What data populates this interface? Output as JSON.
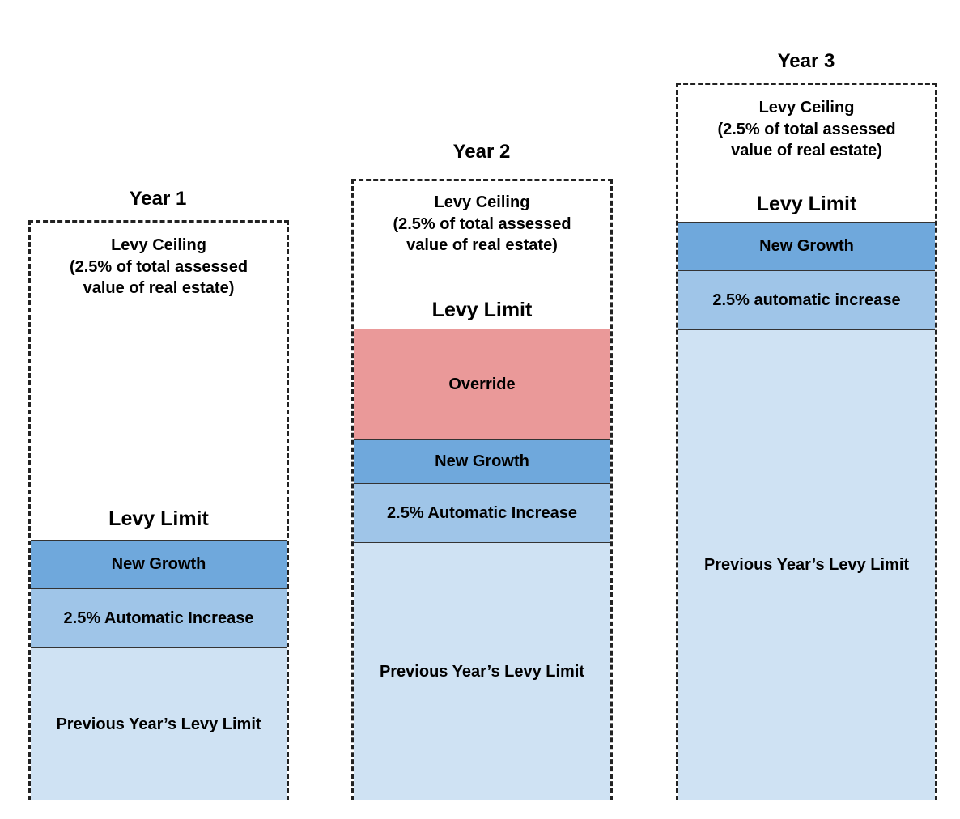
{
  "columns": [
    {
      "title": "Year 1",
      "ceiling": {
        "line1": "Levy Ceiling",
        "line2": "(2.5% of total assessed",
        "line3": "value of real estate)"
      },
      "limit_label": "Levy Limit",
      "segments": [
        {
          "label": "New Growth",
          "color": "#6fa8dc"
        },
        {
          "label": "2.5% Automatic Increase",
          "color": "#9fc5e8"
        },
        {
          "label": "Previous Year’s Levy Limit",
          "color": "#cfe2f3"
        }
      ]
    },
    {
      "title": "Year 2",
      "ceiling": {
        "line1": "Levy Ceiling",
        "line2": "(2.5% of total assessed",
        "line3": "value of real estate)"
      },
      "limit_label": "Levy Limit",
      "segments": [
        {
          "label": "Override",
          "color": "#ea9999"
        },
        {
          "label": "New Growth",
          "color": "#6fa8dc"
        },
        {
          "label": "2.5% Automatic Increase",
          "color": "#9fc5e8"
        },
        {
          "label": "Previous Year’s Levy Limit",
          "color": "#cfe2f3"
        }
      ]
    },
    {
      "title": "Year 3",
      "ceiling": {
        "line1": "Levy Ceiling",
        "line2": "(2.5% of total assessed",
        "line3": "value of real estate)"
      },
      "limit_label": "Levy Limit",
      "segments": [
        {
          "label": "New Growth",
          "color": "#6fa8dc"
        },
        {
          "label": "2.5% automatic increase",
          "color": "#9fc5e8"
        },
        {
          "label": "Previous Year’s Levy Limit",
          "color": "#cfe2f3"
        }
      ]
    }
  ]
}
